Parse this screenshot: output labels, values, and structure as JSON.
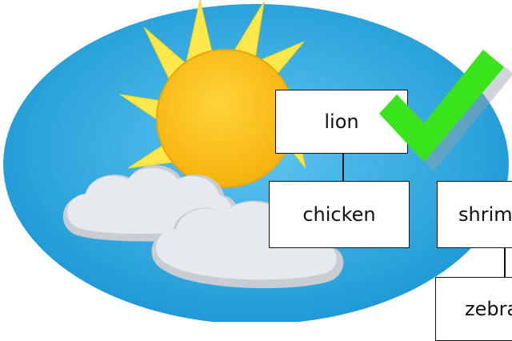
{
  "nodes": {
    "lion": "lion",
    "chicken": "chicken",
    "shrimp": "shrimp",
    "zebra": "zebra"
  },
  "icons": {
    "background": "sun-behind-cloud-icon",
    "check": "checkmark-icon"
  },
  "colors": {
    "sky": "#29aee6",
    "sky_edge": "#1f8fc4",
    "sun": "#ffc20e",
    "sun_rays": "#ffe84a",
    "cloud": "#e6e9ee",
    "cloud_shadow": "#c8ccd3",
    "check": "#39e51a"
  }
}
